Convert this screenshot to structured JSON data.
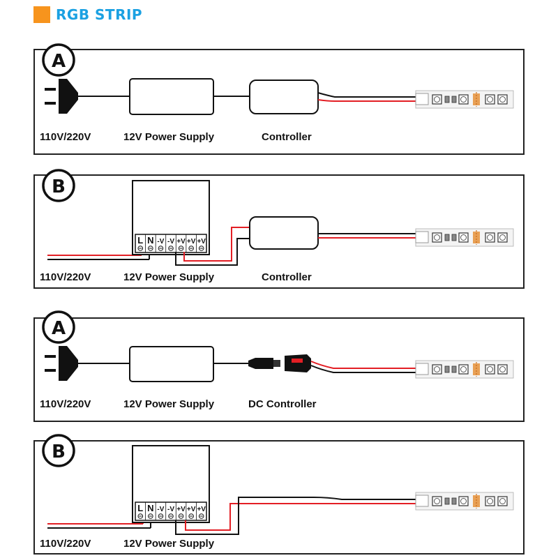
{
  "header": {
    "title": "RGB STRIP",
    "accent_color": "#f7941d",
    "title_color": "#1ba1e2"
  },
  "wire_colors": {
    "live": "#e31e24",
    "neutral": "#111111"
  },
  "terminal_labels": [
    "L",
    "N",
    "-V",
    "-V",
    "+V",
    "+V",
    "+V"
  ],
  "panels": [
    {
      "badge": "A",
      "labels": {
        "source": "110V/220V",
        "power": "12V Power Supply",
        "controller": "Controller"
      }
    },
    {
      "badge": "B",
      "labels": {
        "source": "110V/220V",
        "power": "12V Power Supply",
        "controller": "Controller"
      }
    },
    {
      "badge": "A",
      "labels": {
        "source": "110V/220V",
        "power": "12V Power Supply",
        "controller": "DC Controller"
      }
    },
    {
      "badge": "B",
      "labels": {
        "source": "110V/220V",
        "power": "12V Power Supply"
      }
    }
  ]
}
